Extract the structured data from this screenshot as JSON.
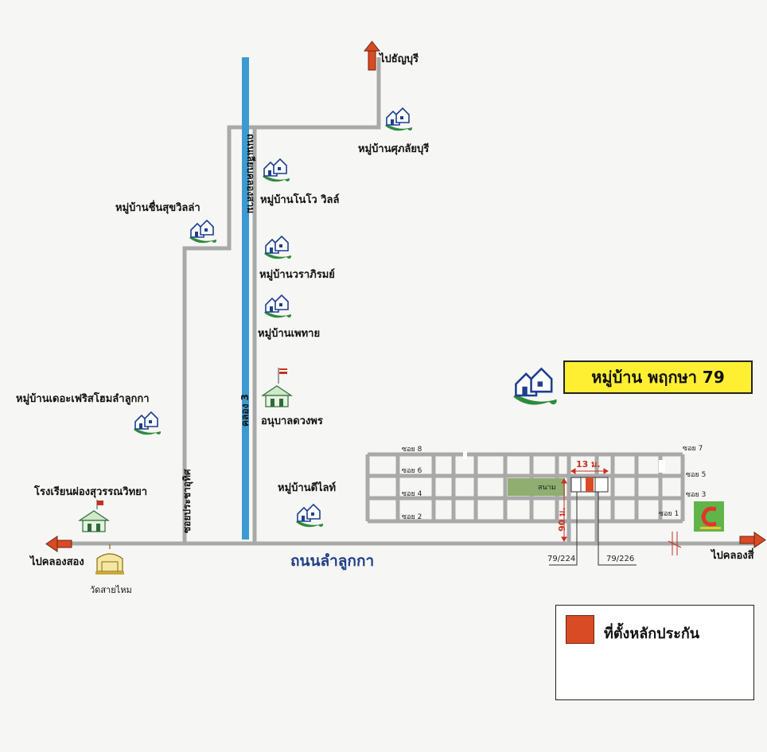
{
  "title": "หมู่บ้าน พฤกษา 79",
  "legend": {
    "label": "ที่ตั้งหลักประกัน",
    "color": "#d94b25"
  },
  "roads": {
    "main": "ถนนลำลูกกา",
    "canal": "คลอง 3",
    "canal_road": "ถนนเลียบคลองสาม",
    "soi_road": "ซอยประชาอุทิศ"
  },
  "directions": {
    "north": "ไปธัญบุรี",
    "west": "ไปคลองสอง",
    "east": "ไปคลองสี่"
  },
  "villages": {
    "supalai": "หมู่บ้านศุภลัยบุรี",
    "novo": "หมู่บ้านโนโว วิลล์",
    "chuen": "หมู่บ้านชื่นสุขวิลล่า",
    "wara": "หมู่บ้านวราภิรมย์",
    "pettai": "หมู่บ้านเพทาย",
    "forest": "หมู่บ้านเดอะเฟริสโฮมลำลูกกา",
    "delight": "หมู่บ้านดีไลท์"
  },
  "places": {
    "kindergarten": "อนุบาลดวงพร",
    "school": "โรงเรียนผ่องสุวรรณวิทยา",
    "temple": "วัดสายไหม"
  },
  "sois": {
    "s8": "ซอย 8",
    "s6": "ซอย 6",
    "s4": "ซอย 4",
    "s2": "ซอย 2",
    "s7": "ซอย 7",
    "s5": "ซอย 5",
    "s3": "ซอย 3",
    "s1": "ซอย 1"
  },
  "park_label": "สนาม",
  "distances": {
    "width": "13 ม.",
    "depth": "90 ม."
  },
  "plots": {
    "a": "79/224",
    "b": "79/226"
  },
  "colors": {
    "road": "#a9a9a9",
    "canal": "#3d9ad1",
    "arrow_red": "#d94b25",
    "village_green": "#2e8b3d",
    "house_blue": "#1d3f8f"
  }
}
